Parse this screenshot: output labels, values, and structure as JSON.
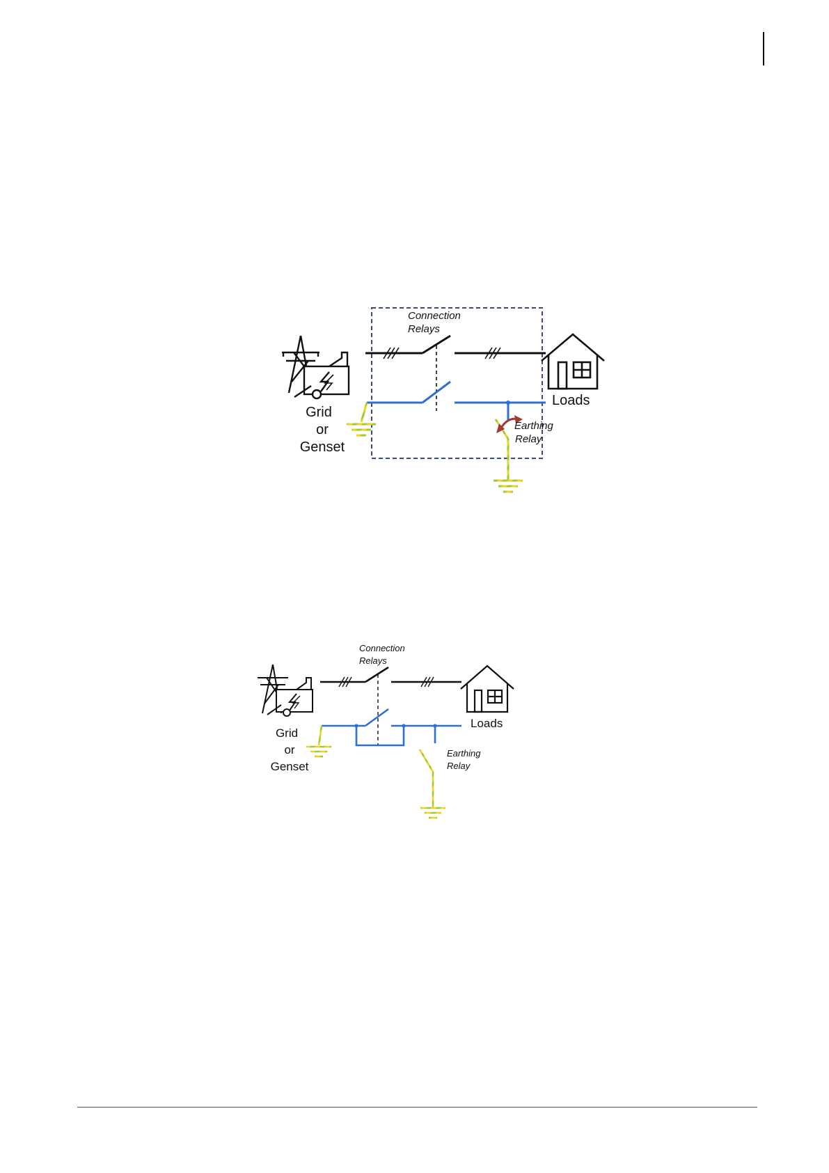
{
  "colors": {
    "phase": "#111111",
    "neutral": "#2a6fd1",
    "earth_green": "#9cc93a",
    "earth_yellow": "#f2d21b",
    "enclosure": "#3a4a7a",
    "arrow": "#9e3b32"
  },
  "diagram1": {
    "connection_relays_line1": "Connection",
    "connection_relays_line2": "Relays",
    "source_line1": "Grid",
    "source_line2": "or",
    "source_line3": "Genset",
    "loads_label": "Loads",
    "earthing_relay_line1": "Earthing",
    "earthing_relay_line2": "Relay"
  },
  "diagram2": {
    "connection_relays_line1": "Connection",
    "connection_relays_line2": "Relays",
    "source_line1": "Grid",
    "source_line2": "or",
    "source_line3": "Genset",
    "loads_label": "Loads",
    "earthing_relay_line1": "Earthing",
    "earthing_relay_line2": "Relay"
  }
}
